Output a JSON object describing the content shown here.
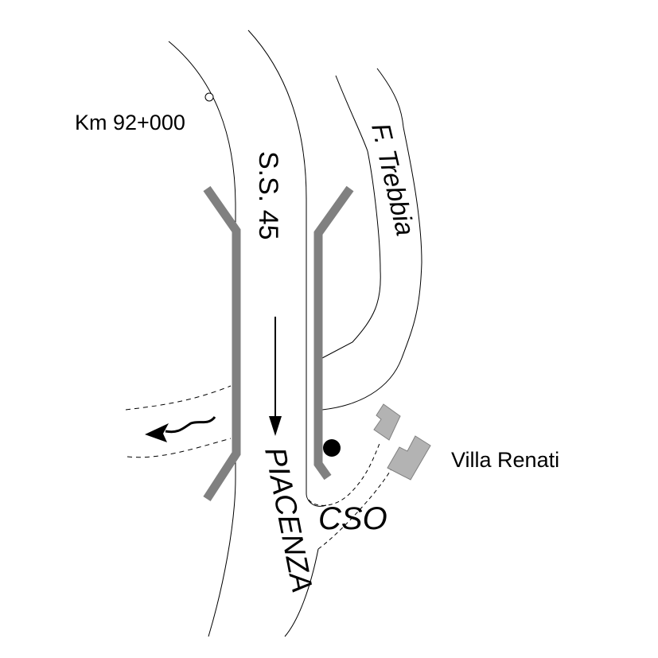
{
  "map": {
    "labels": {
      "km_marker": "Km 92+000",
      "road": "S.S. 45",
      "river": "F. Trebbia",
      "destination": "PIACENZA",
      "villa": "Villa Renati",
      "cso": "CSO"
    },
    "colors": {
      "line": "#000000",
      "barrier": "#808080",
      "building": "#b3b3b3",
      "building_stroke": "#808080",
      "background": "#ffffff"
    },
    "icons": {
      "km_marker": "small-circle",
      "point": "filled-circle",
      "direction": "arrow-down",
      "flow": "wavy-arrow-left"
    }
  }
}
